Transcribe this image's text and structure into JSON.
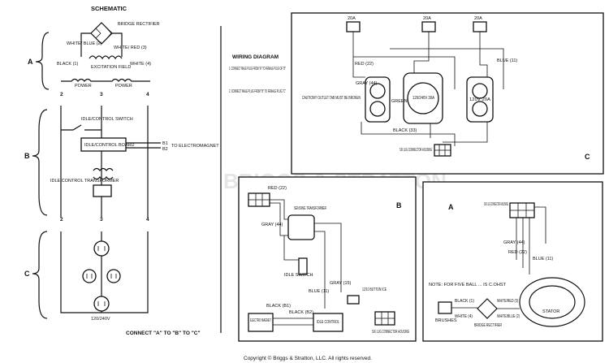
{
  "schematic": {
    "title": "SCHEMATIC",
    "section_labels": [
      "A",
      "B",
      "C"
    ],
    "bridge_rectifier": "BRIDGE RECTIFIER",
    "excitation_field": "EXCITATION FIELD",
    "wire_labels": [
      "WHITE/ BLUE (2)",
      "WHITE/ RED (3)",
      "BLACK (1)",
      "WHITE (4)"
    ],
    "power_labels": [
      "POWER",
      "POWER"
    ],
    "terminal_numbers": [
      "2",
      "3",
      "4"
    ],
    "idle_control_switch": "IDLE/CONTROL SWITCH",
    "idle_control_board": "IDLE/CONTROL BOARD",
    "idle_control_transformer": "IDLE CONTROL TRANSFORMER",
    "to_electromagnet": "TO ELECTROMAGNET",
    "electromagnet_leads": [
      "B1",
      "B2"
    ],
    "c_outlets": [
      "120/240V"
    ]
  },
  "wiring_diagram": {
    "title": "WIRING DIAGRAM",
    "steps": [
      "1. CONNECT MALE PLUG FROM \"A\" TO FEMALE PLUG OF \"B\"",
      "2. CONNECT MALE PLUG FROM \"B\" TO FEMALE PLUG \"C\""
    ],
    "connect_instruction": "CONNECT \"A\" TO \"B\" TO \"C\""
  },
  "panel_c": {
    "label": "C",
    "breakers": [
      "20A",
      "20A",
      "20A"
    ],
    "caution": "CAUTION!!! OUTLET TAB MUST BE BROKEN",
    "outlets": [
      "120/240V 30A",
      "120V 20A"
    ],
    "housing": "SIX LUG CONNECTOR HOUSING",
    "wire_labels": [
      "RED (22)",
      "GRAY (44)",
      "BLUE (11)",
      "BLACK (33)",
      "GREEN"
    ]
  },
  "panel_b": {
    "label": "B",
    "components": [
      "SENSING TRANSFORMER",
      "IDLE SWITCH",
      "ELECTRO MAGNET",
      "IDLE CONTROL",
      "SIX LUG CONNECTOR HOUSING",
      "12/10 BUTTON ICE"
    ],
    "wire_labels": [
      "RED (22)",
      "GRAY (44)",
      "BLACK (B1)",
      "BLACK (B2)",
      "BLUE (11)",
      "GRAY (15)"
    ]
  },
  "panel_a": {
    "label": "A",
    "housing": "SIX LUG CONNECTOR HOUSING",
    "note": "NOTE: FOR FIVE BALL ... IS C.OHST",
    "bridge_rectifier": "BRIDGE RECTIFIER",
    "stator": "STATOR",
    "brushes": "BRUSHES",
    "wire_labels": [
      "WHITE/RED (3)",
      "WHITE/BLUE (2)",
      "BLACK (1)",
      "WHITE (4)",
      "GRAY (44)",
      "RED (22)",
      "BLUE (11)"
    ]
  },
  "watermark": "BRIGGS & STRATTON",
  "copyright": "Copyright © Briggs & Stratton, LLC. All rights reserved."
}
